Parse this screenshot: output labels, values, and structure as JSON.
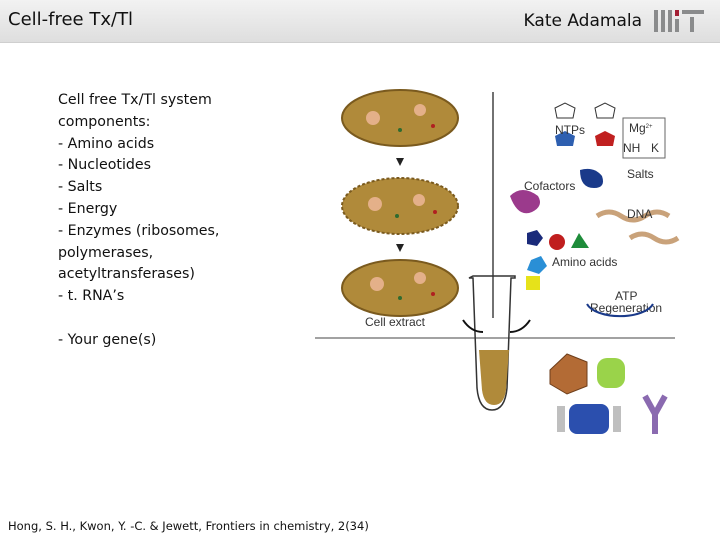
{
  "header": {
    "title": "Cell-free Tx/Tl",
    "author": "Kate Adamala",
    "logo_name": "mit-logo",
    "logo_color": "#a31f34"
  },
  "content": {
    "lines": [
      "Cell free Tx/Tl system",
      "components:",
      "- Amino acids",
      "- Nucleotides",
      "- Salts",
      "- Energy",
      "- Enzymes (ribosomes,",
      "polymerases,",
      "acetyltransferases)",
      "- t. RNA’s"
    ],
    "extra_line": "- Your gene(s)"
  },
  "figure": {
    "labels": {
      "ntps": "NTPs",
      "salts": "Salts",
      "cofactors": "Cofactors",
      "dna": "DNA",
      "amino_acids": "Amino acids",
      "atp_regeneration_1": "ATP",
      "atp_regeneration_2": "Regeneration",
      "cell_extract": "Cell extract",
      "mg": "Mg",
      "mg_sup": "2+",
      "nh4": "NH",
      "k": "K"
    }
  },
  "citation": "Hong, S. H., Kwon, Y. -C. & Jewett, Frontiers in chemistry, 2(34)"
}
